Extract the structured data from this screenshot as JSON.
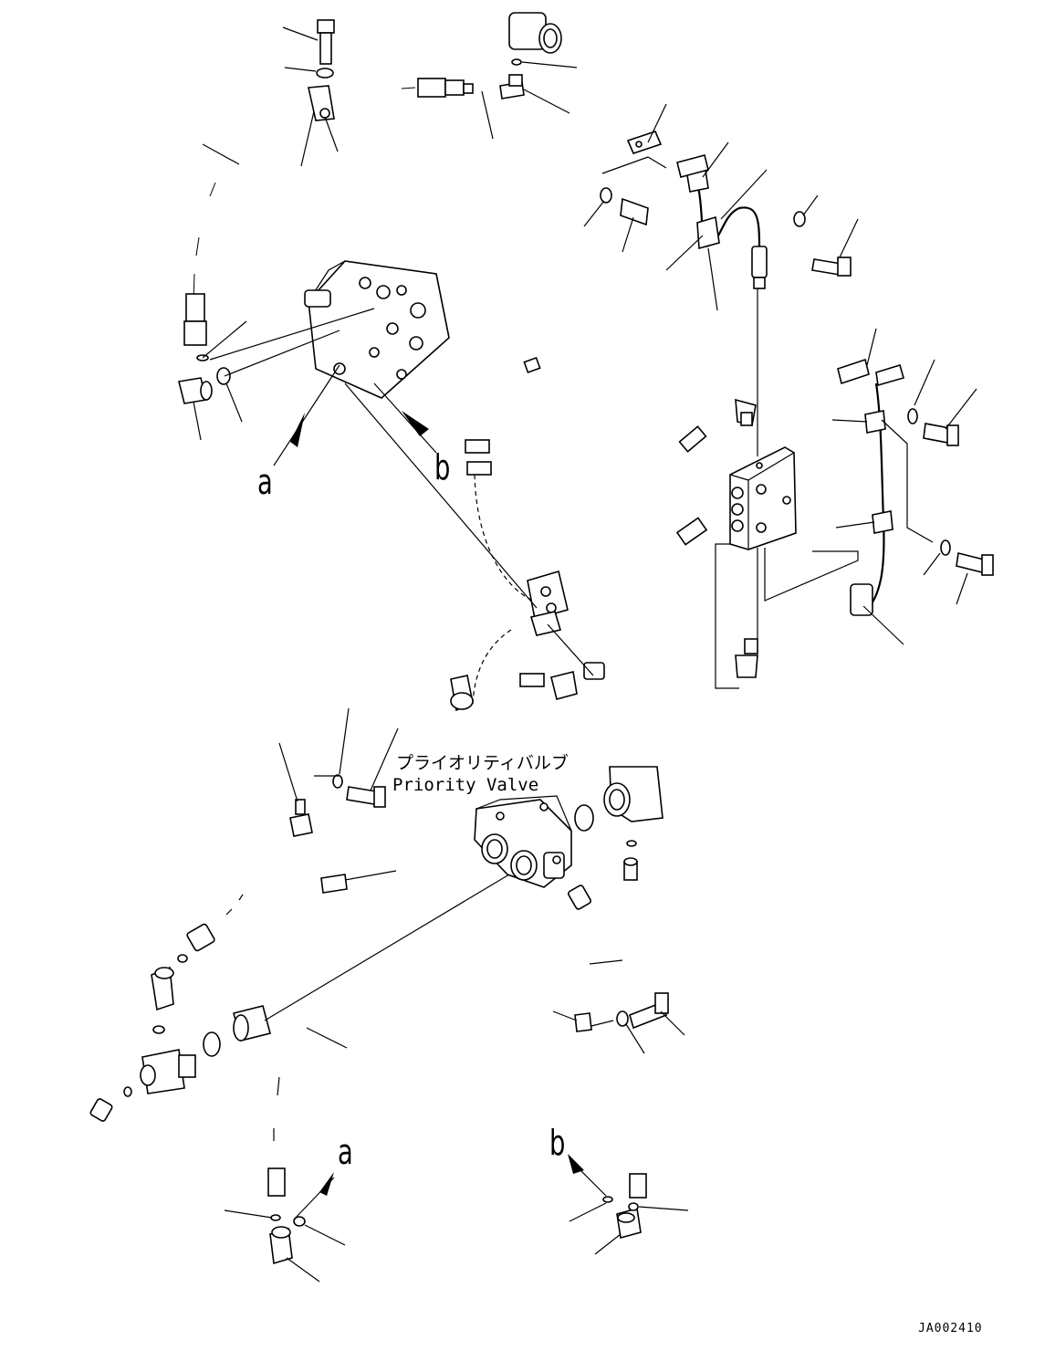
{
  "labels": {
    "view_a_top": "a",
    "view_b_top": "b",
    "view_a_bottom": "a",
    "view_b_bottom": "b",
    "priority_valve_jp": "プライオリティバルブ",
    "priority_valve_en": "Priority Valve",
    "drawing_code": "JA002410"
  }
}
